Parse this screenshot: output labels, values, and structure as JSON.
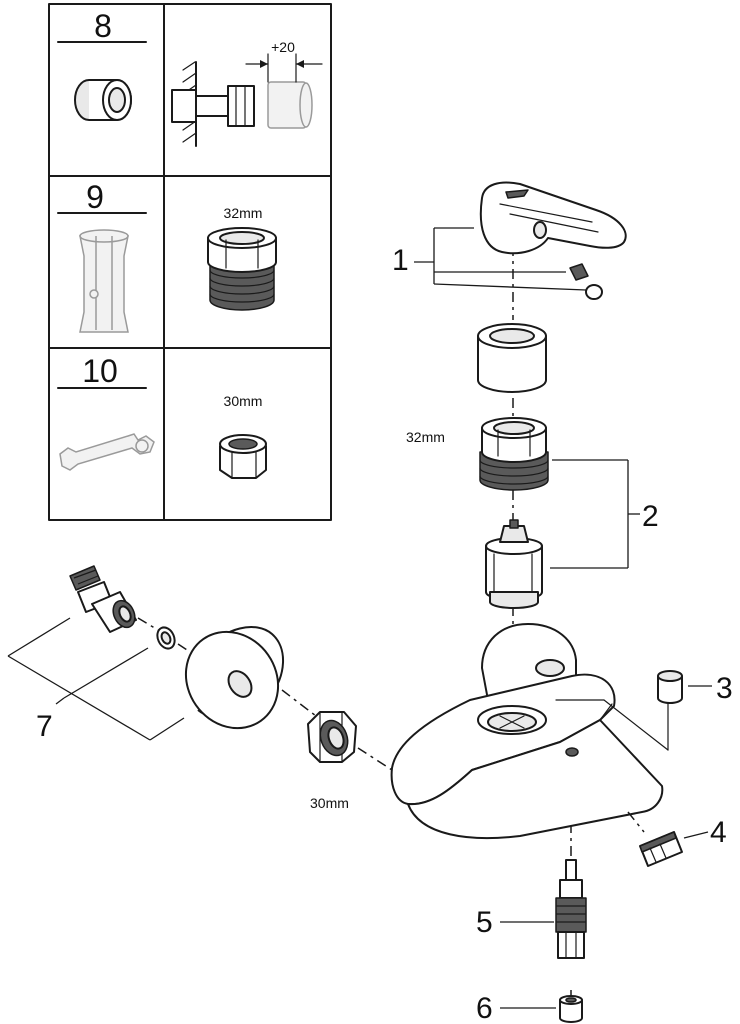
{
  "tool_table": {
    "rows": [
      {
        "number": "8",
        "size_label": "+20"
      },
      {
        "number": "9",
        "size_label": "32mm"
      },
      {
        "number": "10",
        "size_label": "30mm"
      }
    ]
  },
  "callouts": {
    "handle": "1",
    "cartridge_set": "2",
    "cap": "3",
    "aerator": "4",
    "diverter": "5",
    "diverter_knob": "6",
    "connection_set": "7"
  },
  "dimensions": {
    "nut_top": "32mm",
    "nut_side": "30mm"
  }
}
